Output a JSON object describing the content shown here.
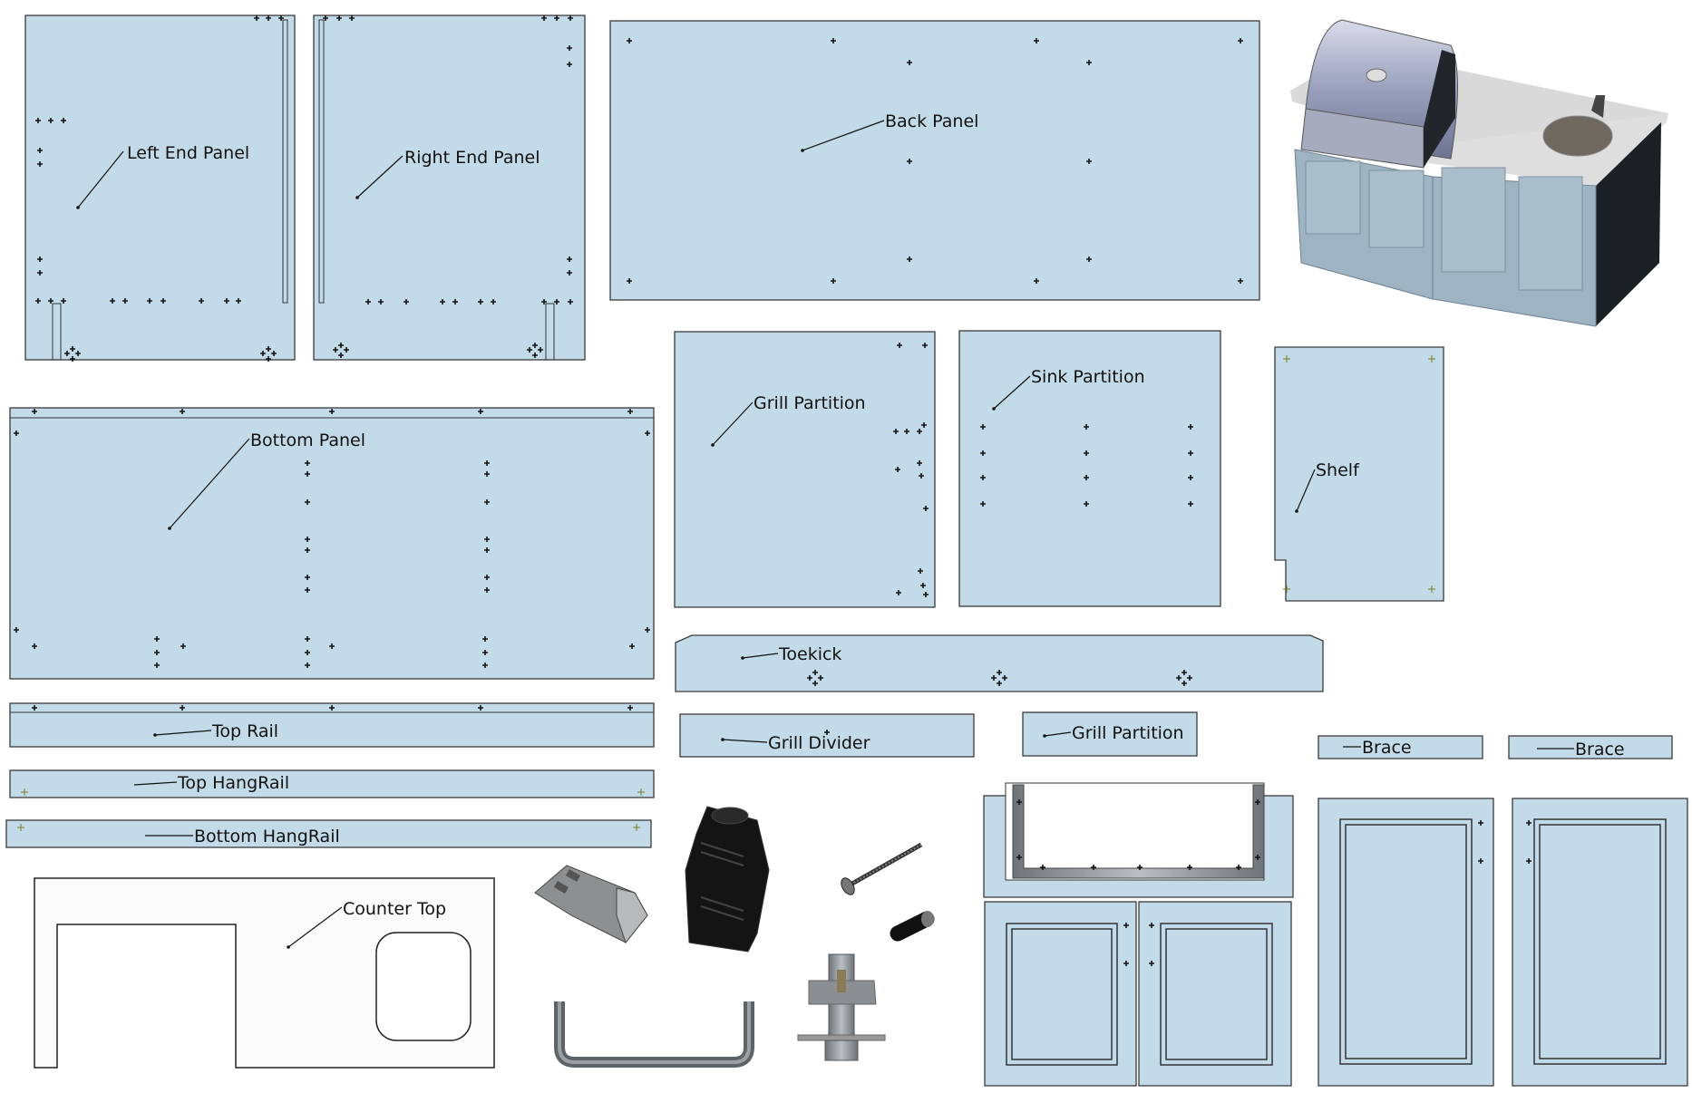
{
  "labels": {
    "left_end_panel": "Left End Panel",
    "right_end_panel": "Right End Panel",
    "back_panel": "Back Panel",
    "bottom_panel": "Bottom Panel",
    "grill_partition": "Grill Partition",
    "sink_partition": "Sink Partition",
    "shelf": "Shelf",
    "toekick": "Toekick",
    "top_rail": "Top Rail",
    "grill_divider": "Grill Divider",
    "grill_partition_small": "Grill Partition",
    "brace_1": "Brace",
    "brace_2": "Brace",
    "top_hangrail": "Top HangRail",
    "bottom_hangrail": "Bottom HangRail",
    "counter_top": "Counter Top"
  },
  "colors": {
    "panel_fill": "#c3dbe8",
    "outline": "#3a3a3a",
    "cabinet_blue": "#9fb4c2",
    "countertop": "#d9d9d9"
  }
}
